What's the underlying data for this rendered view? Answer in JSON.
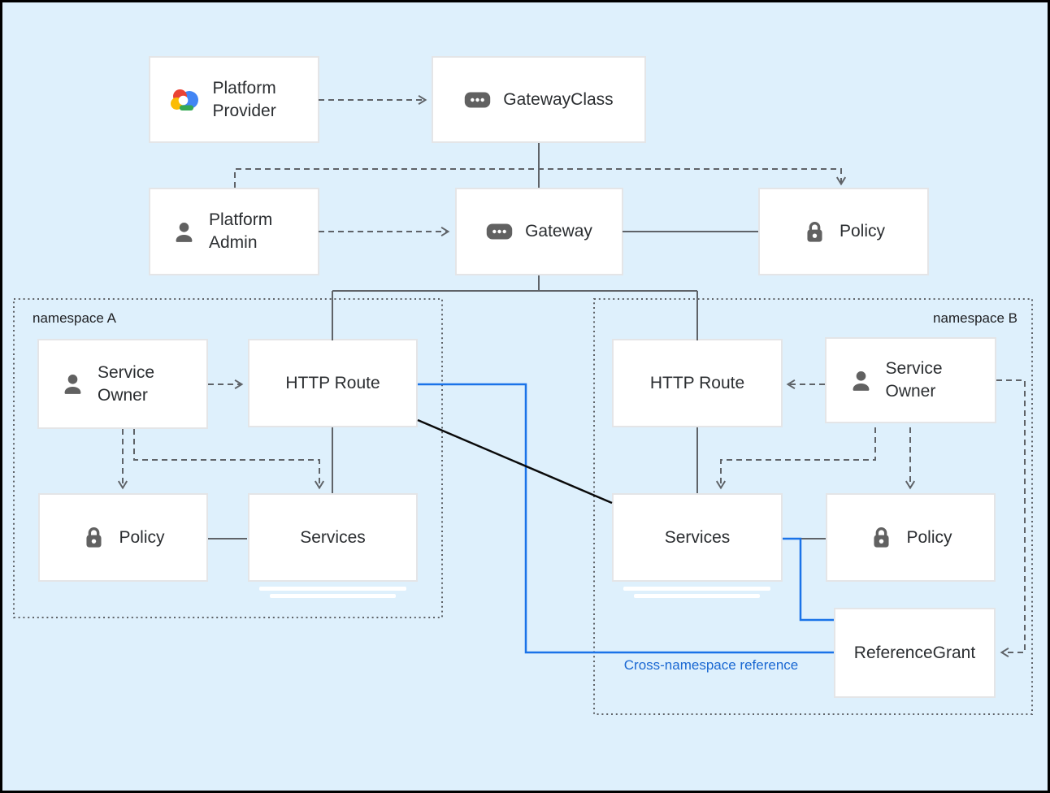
{
  "namespaces": {
    "a": {
      "label": "namespace A"
    },
    "b": {
      "label": "namespace B"
    }
  },
  "nodes": {
    "platform_provider": {
      "label": "Platform Provider",
      "icon": "google-cloud-logo"
    },
    "gateway_class": {
      "label": "GatewayClass",
      "icon": "resource-chip"
    },
    "platform_admin": {
      "label": "Platform Admin",
      "icon": "person"
    },
    "gateway": {
      "label": "Gateway",
      "icon": "resource-chip"
    },
    "policy_main": {
      "label": "Policy",
      "icon": "lock"
    },
    "service_owner_a": {
      "label": "Service Owner",
      "icon": "person"
    },
    "http_route_a": {
      "label": "HTTP Route"
    },
    "policy_a": {
      "label": "Policy",
      "icon": "lock"
    },
    "services_a": {
      "label": "Services"
    },
    "http_route_b": {
      "label": "HTTP Route"
    },
    "service_owner_b": {
      "label": "Service Owner",
      "icon": "person"
    },
    "services_b": {
      "label": "Services"
    },
    "policy_b": {
      "label": "Policy",
      "icon": "lock"
    },
    "reference_grant": {
      "label": "ReferenceGrant"
    }
  },
  "annotations": {
    "cross_namespace": {
      "label": "Cross-namespace reference",
      "color": "#1967d2"
    }
  },
  "colors": {
    "background": "#def0fc",
    "canvas_border": "#000000",
    "line_gray": "#5f6368",
    "accent_blue": "#1a73e8",
    "black_line": "#0a0a0a",
    "box_border": "#e4e5e7",
    "icon_gray": "#616161",
    "text": "#2b2e31",
    "google_red": "#EA4335",
    "google_blue": "#4285F4",
    "google_yellow": "#FBBC05",
    "google_green": "#34A853"
  }
}
